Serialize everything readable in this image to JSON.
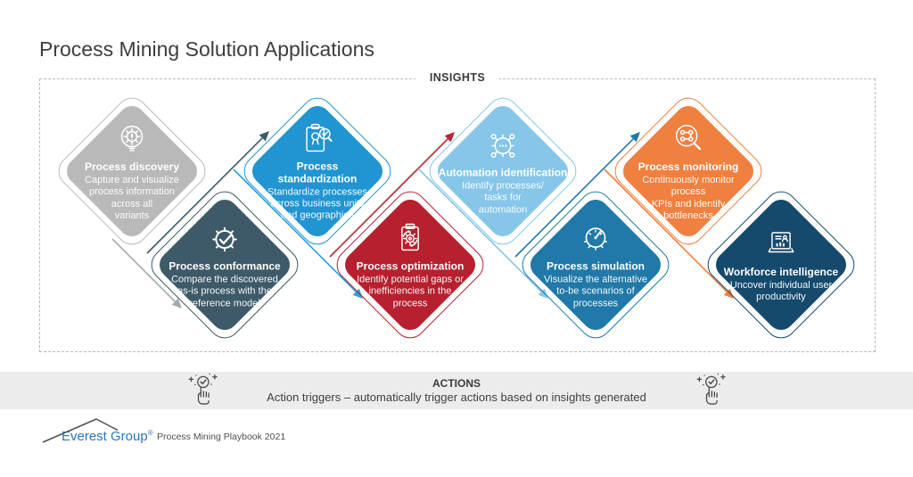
{
  "page": {
    "title": "Process Mining Solution Applications"
  },
  "insights": {
    "label": "INSIGHTS"
  },
  "diamonds": [
    {
      "name": "process-discovery",
      "title": "Process discovery",
      "desc": "Capture and visualize\nprocess information\nacross all\nvariants",
      "color": "#b9b9b9",
      "icon": "discovery-magnifier-gear-icon"
    },
    {
      "name": "process-conformance",
      "title": "Process conformance",
      "desc": "Compare the discovered\nas-is process with the\nreference model",
      "color": "#3e5a68",
      "icon": "conformance-gear-check-icon"
    },
    {
      "name": "process-standardization",
      "title": "Process\nstandardization",
      "desc": "Standardize processes\nacross business units\nand geographies",
      "color": "#2095d2",
      "icon": "standardization-clipboard-icon"
    },
    {
      "name": "process-optimization",
      "title": "Process optimization",
      "desc": "Identify potential gaps or\ninefficiencies in the\nprocess",
      "color": "#b7202e",
      "icon": "optimization-gear-cycle-icon"
    },
    {
      "name": "automation-identification",
      "title": "Automation identification",
      "desc": "Identify processes/\ntasks for\nautomation",
      "color": "#85c6e9",
      "icon": "automation-gear-nodes-icon"
    },
    {
      "name": "process-simulation",
      "title": "Process simulation",
      "desc": "Visualize the alternative\nto-be scenarios of\nprocesses",
      "color": "#2079a8",
      "icon": "simulation-gauge-icon"
    },
    {
      "name": "process-monitoring",
      "title": "Process monitoring",
      "desc": "Continuously monitor\nprocess\nKPIs and identify\nbottlenecks",
      "color": "#f0803f",
      "icon": "monitoring-magnifier-flow-icon"
    },
    {
      "name": "workforce-intelligence",
      "title": "Workforce intelligence",
      "desc": "Uncover individual user\nproductivity",
      "color": "#154a6d",
      "icon": "workforce-laptop-icon"
    }
  ],
  "arrows": [
    {
      "from": "process-discovery",
      "to": "process-conformance",
      "direction": "down",
      "color": "#a8a8a8"
    },
    {
      "from": "process-conformance",
      "to": "process-standardization",
      "direction": "up",
      "color": "#3e5a68"
    },
    {
      "from": "process-standardization",
      "to": "process-optimization",
      "direction": "down",
      "color": "#2b9fd9"
    },
    {
      "from": "process-optimization",
      "to": "automation-identification",
      "direction": "up",
      "color": "#c0202e"
    },
    {
      "from": "automation-identification",
      "to": "process-simulation",
      "direction": "down",
      "color": "#85c6e9"
    },
    {
      "from": "process-simulation",
      "to": "process-monitoring",
      "direction": "up",
      "color": "#2079a8"
    },
    {
      "from": "process-monitoring",
      "to": "workforce-intelligence",
      "direction": "down",
      "color": "#f0803f"
    }
  ],
  "actions": {
    "label": "ACTIONS",
    "text": "Action triggers – automatically trigger actions based on insights generated",
    "icon": "tap-check-icon"
  },
  "footer": {
    "brand": "Everest Group",
    "registered": "®",
    "caption": "Process Mining Playbook 2021",
    "brand_color": "#2d74b8"
  }
}
